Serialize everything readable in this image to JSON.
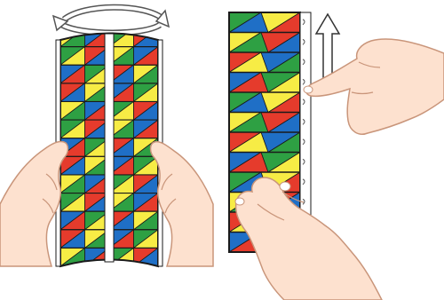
{
  "colors": {
    "blue": "#1f6fc6",
    "red": "#e53b2c",
    "green": "#2ea043",
    "yellow": "#f7ec45",
    "outline": "#1a1a1a",
    "skin": "#fde1cf",
    "skin_line": "#c9957a",
    "arrow_fill": "#ffffff"
  },
  "icons": {
    "rotate_arrow": "rotate-arrow-icon",
    "up_arrow": "up-arrow-icon"
  },
  "panels": {
    "left": {
      "name": "curved-pattern-strip",
      "row_count": 13,
      "row_patterns": [
        [
          "yellow",
          "green",
          "blue",
          "red"
        ],
        [
          "green",
          "yellow",
          "red",
          "blue"
        ],
        [
          "blue",
          "red",
          "green",
          "yellow"
        ],
        [
          "red",
          "blue",
          "yellow",
          "green"
        ]
      ]
    },
    "right": {
      "name": "flat-pattern-strip",
      "row_count": 12,
      "row_patterns": [
        [
          "green",
          "blue",
          "yellow",
          "red"
        ],
        [
          "yellow",
          "green",
          "red",
          "blue"
        ],
        [
          "red",
          "yellow",
          "blue",
          "green"
        ],
        [
          "blue",
          "red",
          "green",
          "yellow"
        ]
      ]
    }
  }
}
